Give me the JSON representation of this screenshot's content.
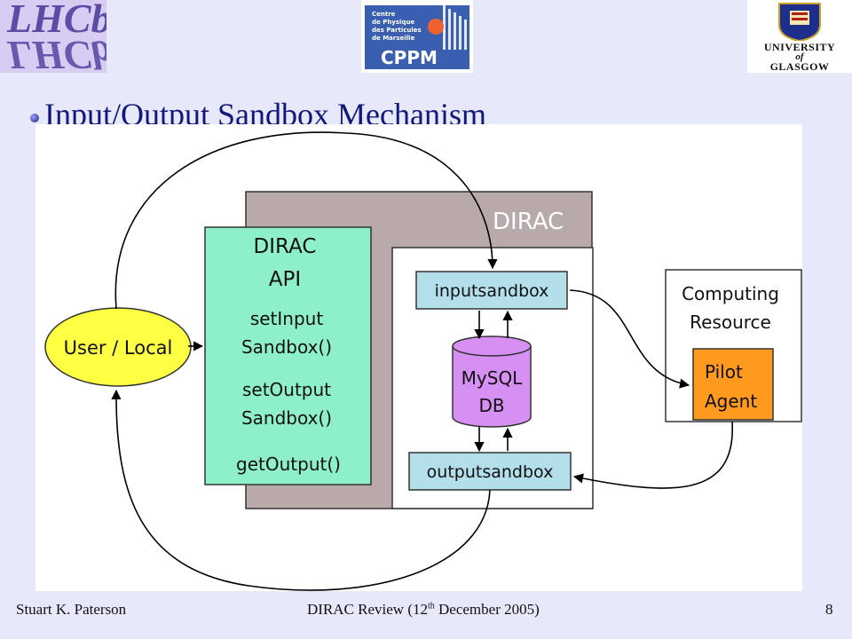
{
  "logos": {
    "lhcb": "LHCb",
    "cppm": {
      "line1": "Centre",
      "line2": "de Physique",
      "line3": "des Particules",
      "line4": "de Marseille",
      "acronym": "CPPM"
    },
    "glasgow": {
      "line1": "UNIVERSITY",
      "line2": "of",
      "line3": "GLASGOW"
    }
  },
  "slide": {
    "title": "Input/Output Sandbox Mechanism"
  },
  "diagram": {
    "dirac_label": "DIRAC",
    "api_title_1": "DIRAC",
    "api_title_2": "API",
    "api_items": [
      "setInput",
      "Sandbox()",
      "setOutput",
      "Sandbox()",
      "getOutput()"
    ],
    "user_local": "User / Local",
    "inputsandbox": "inputsandbox",
    "outputsandbox": "outputsandbox",
    "db_line1": "MySQL",
    "db_line2": "DB",
    "computing_1": "Computing",
    "computing_2": "Resource",
    "pilot_1": "Pilot",
    "pilot_2": "Agent",
    "colors": {
      "api_fill": "#8ef0c8",
      "user_fill": "#ffff44",
      "dirac_fill": "#b8aaaa",
      "sandbox_fill": "#b3dfea",
      "db_fill": "#d68ff2",
      "pilot_fill": "#ff9a1e"
    }
  },
  "footer": {
    "author": "Stuart K. Paterson",
    "center_prefix": "DIRAC Review (12",
    "center_sup": "th",
    "center_suffix": " December 2005)",
    "page": "8"
  }
}
